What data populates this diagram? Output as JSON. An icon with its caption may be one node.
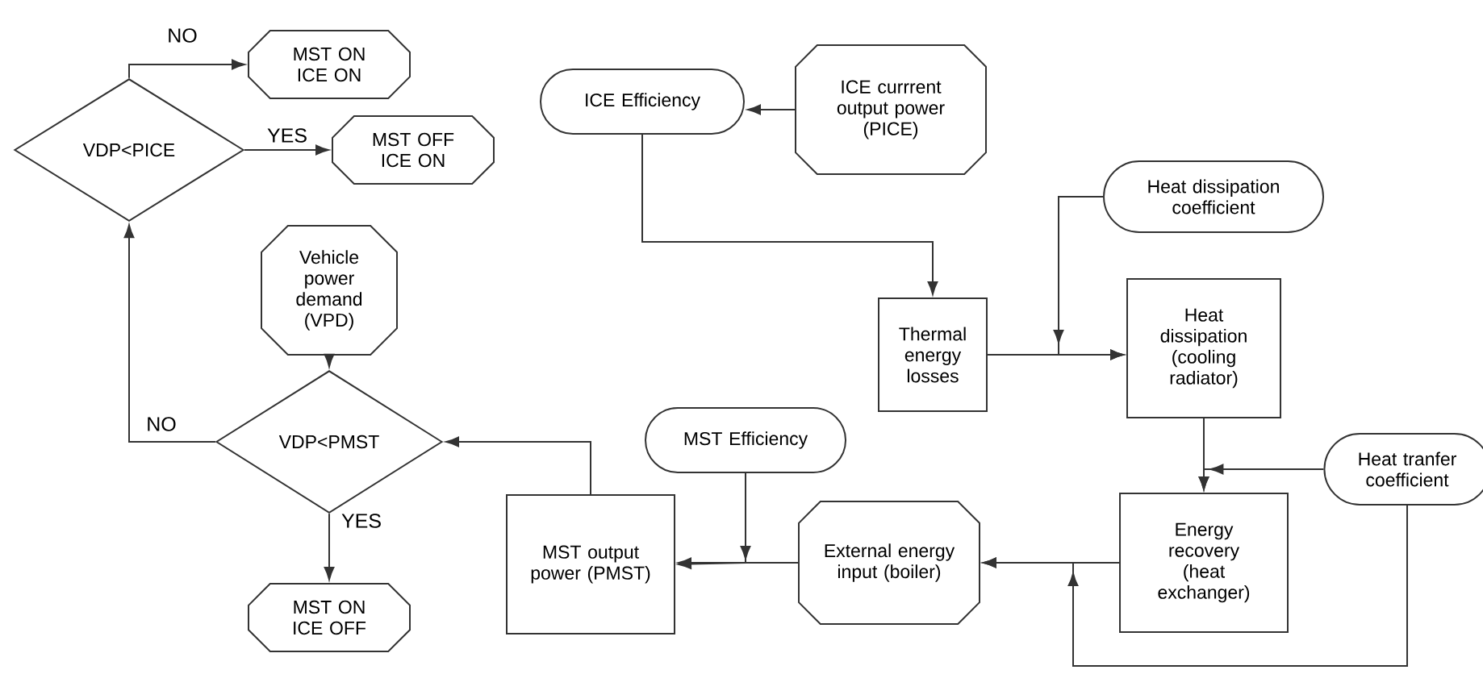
{
  "diagram": {
    "nodes": [
      {
        "text": [
          "VDP<PICE"
        ]
      },
      {
        "text": [
          "MST ON ICE ON"
        ]
      },
      {
        "text": [
          "MST OFF ICE ON"
        ]
      },
      {
        "text": [
          "Vehicle power demand (VPD)"
        ]
      },
      {
        "text": [
          "VDP<PMST"
        ]
      },
      {
        "text": [
          "MST ON ICE OFF"
        ]
      },
      {
        "text": [
          "ICE Efficiency"
        ]
      },
      {
        "text": [
          "ICE currrent output power (PICE)"
        ]
      },
      {
        "text": [
          "Thermal energy losses"
        ]
      },
      {
        "text": [
          "Heat dissipation coefficient"
        ]
      },
      {
        "text": [
          "Heat dissipation (cooling radiator)"
        ]
      },
      {
        "text": [
          "Heat tranfer coefficient"
        ]
      },
      {
        "text": [
          "Energy recovery (heat exchanger)"
        ]
      },
      {
        "text": [
          "MST Efficiency"
        ]
      },
      {
        "text": [
          "External energy input (boiler)"
        ]
      },
      {
        "text": [
          "MST output power (PMST)"
        ]
      }
    ],
    "edges": [
      {
        "from": 0,
        "to": 1,
        "arrow": "to",
        "label": "NO"
      },
      {
        "from": 0,
        "to": 2,
        "arrow": "to",
        "label": "YES"
      },
      {
        "from": 3,
        "to": 4,
        "arrow": "to"
      },
      {
        "from": 4,
        "to": 0,
        "arrow": "to",
        "label": "NO"
      },
      {
        "from": 4,
        "to": 5,
        "arrow": "to",
        "label": "YES"
      },
      {
        "from": 15,
        "to": 4,
        "arrow": "to"
      },
      {
        "from": 7,
        "to": 6,
        "arrow": "to"
      },
      {
        "from": 6,
        "to": 8,
        "arrow": "to"
      },
      {
        "from": 8,
        "to": 10,
        "arrow": "to"
      },
      {
        "from": 9,
        "to": 10,
        "arrow": "to"
      },
      {
        "from": 10,
        "to": 12,
        "arrow": "to"
      },
      {
        "from": 11,
        "to": 12,
        "arrow": "to"
      },
      {
        "from": 12,
        "to": 14,
        "arrow": "to"
      },
      {
        "from": 11,
        "to": 14,
        "arrow": "to"
      },
      {
        "from": 14,
        "to": 15,
        "arrow": "to"
      },
      {
        "from": 13,
        "to": 15,
        "arrow": "to"
      }
    ]
  }
}
